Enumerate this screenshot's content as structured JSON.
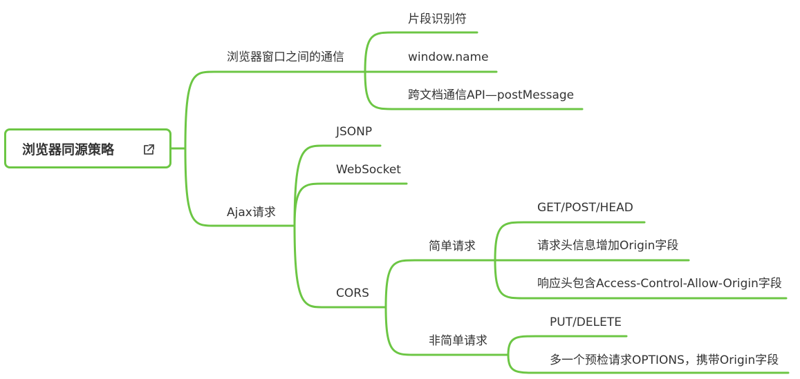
{
  "root": {
    "title": "浏览器同源策略",
    "link_icon": "external-link-icon"
  },
  "accent_color": "#6cc644",
  "branches": {
    "window_comm": {
      "label": "浏览器窗口之间的通信",
      "children": [
        "片段识别符",
        "window.name",
        "跨文档通信API—postMessage"
      ]
    },
    "ajax": {
      "label": "Ajax请求",
      "children": {
        "jsonp": "JSONP",
        "websocket": "WebSocket",
        "cors": {
          "label": "CORS",
          "simple": {
            "label": "简单请求",
            "children": [
              "GET/POST/HEAD",
              "请求头信息增加Origin字段",
              "响应头包含Access-Control-Allow-Origin字段"
            ]
          },
          "non_simple": {
            "label": "非简单请求",
            "children": [
              "PUT/DELETE",
              "多一个预检请求OPTIONS，携带Origin字段"
            ]
          }
        }
      }
    }
  }
}
